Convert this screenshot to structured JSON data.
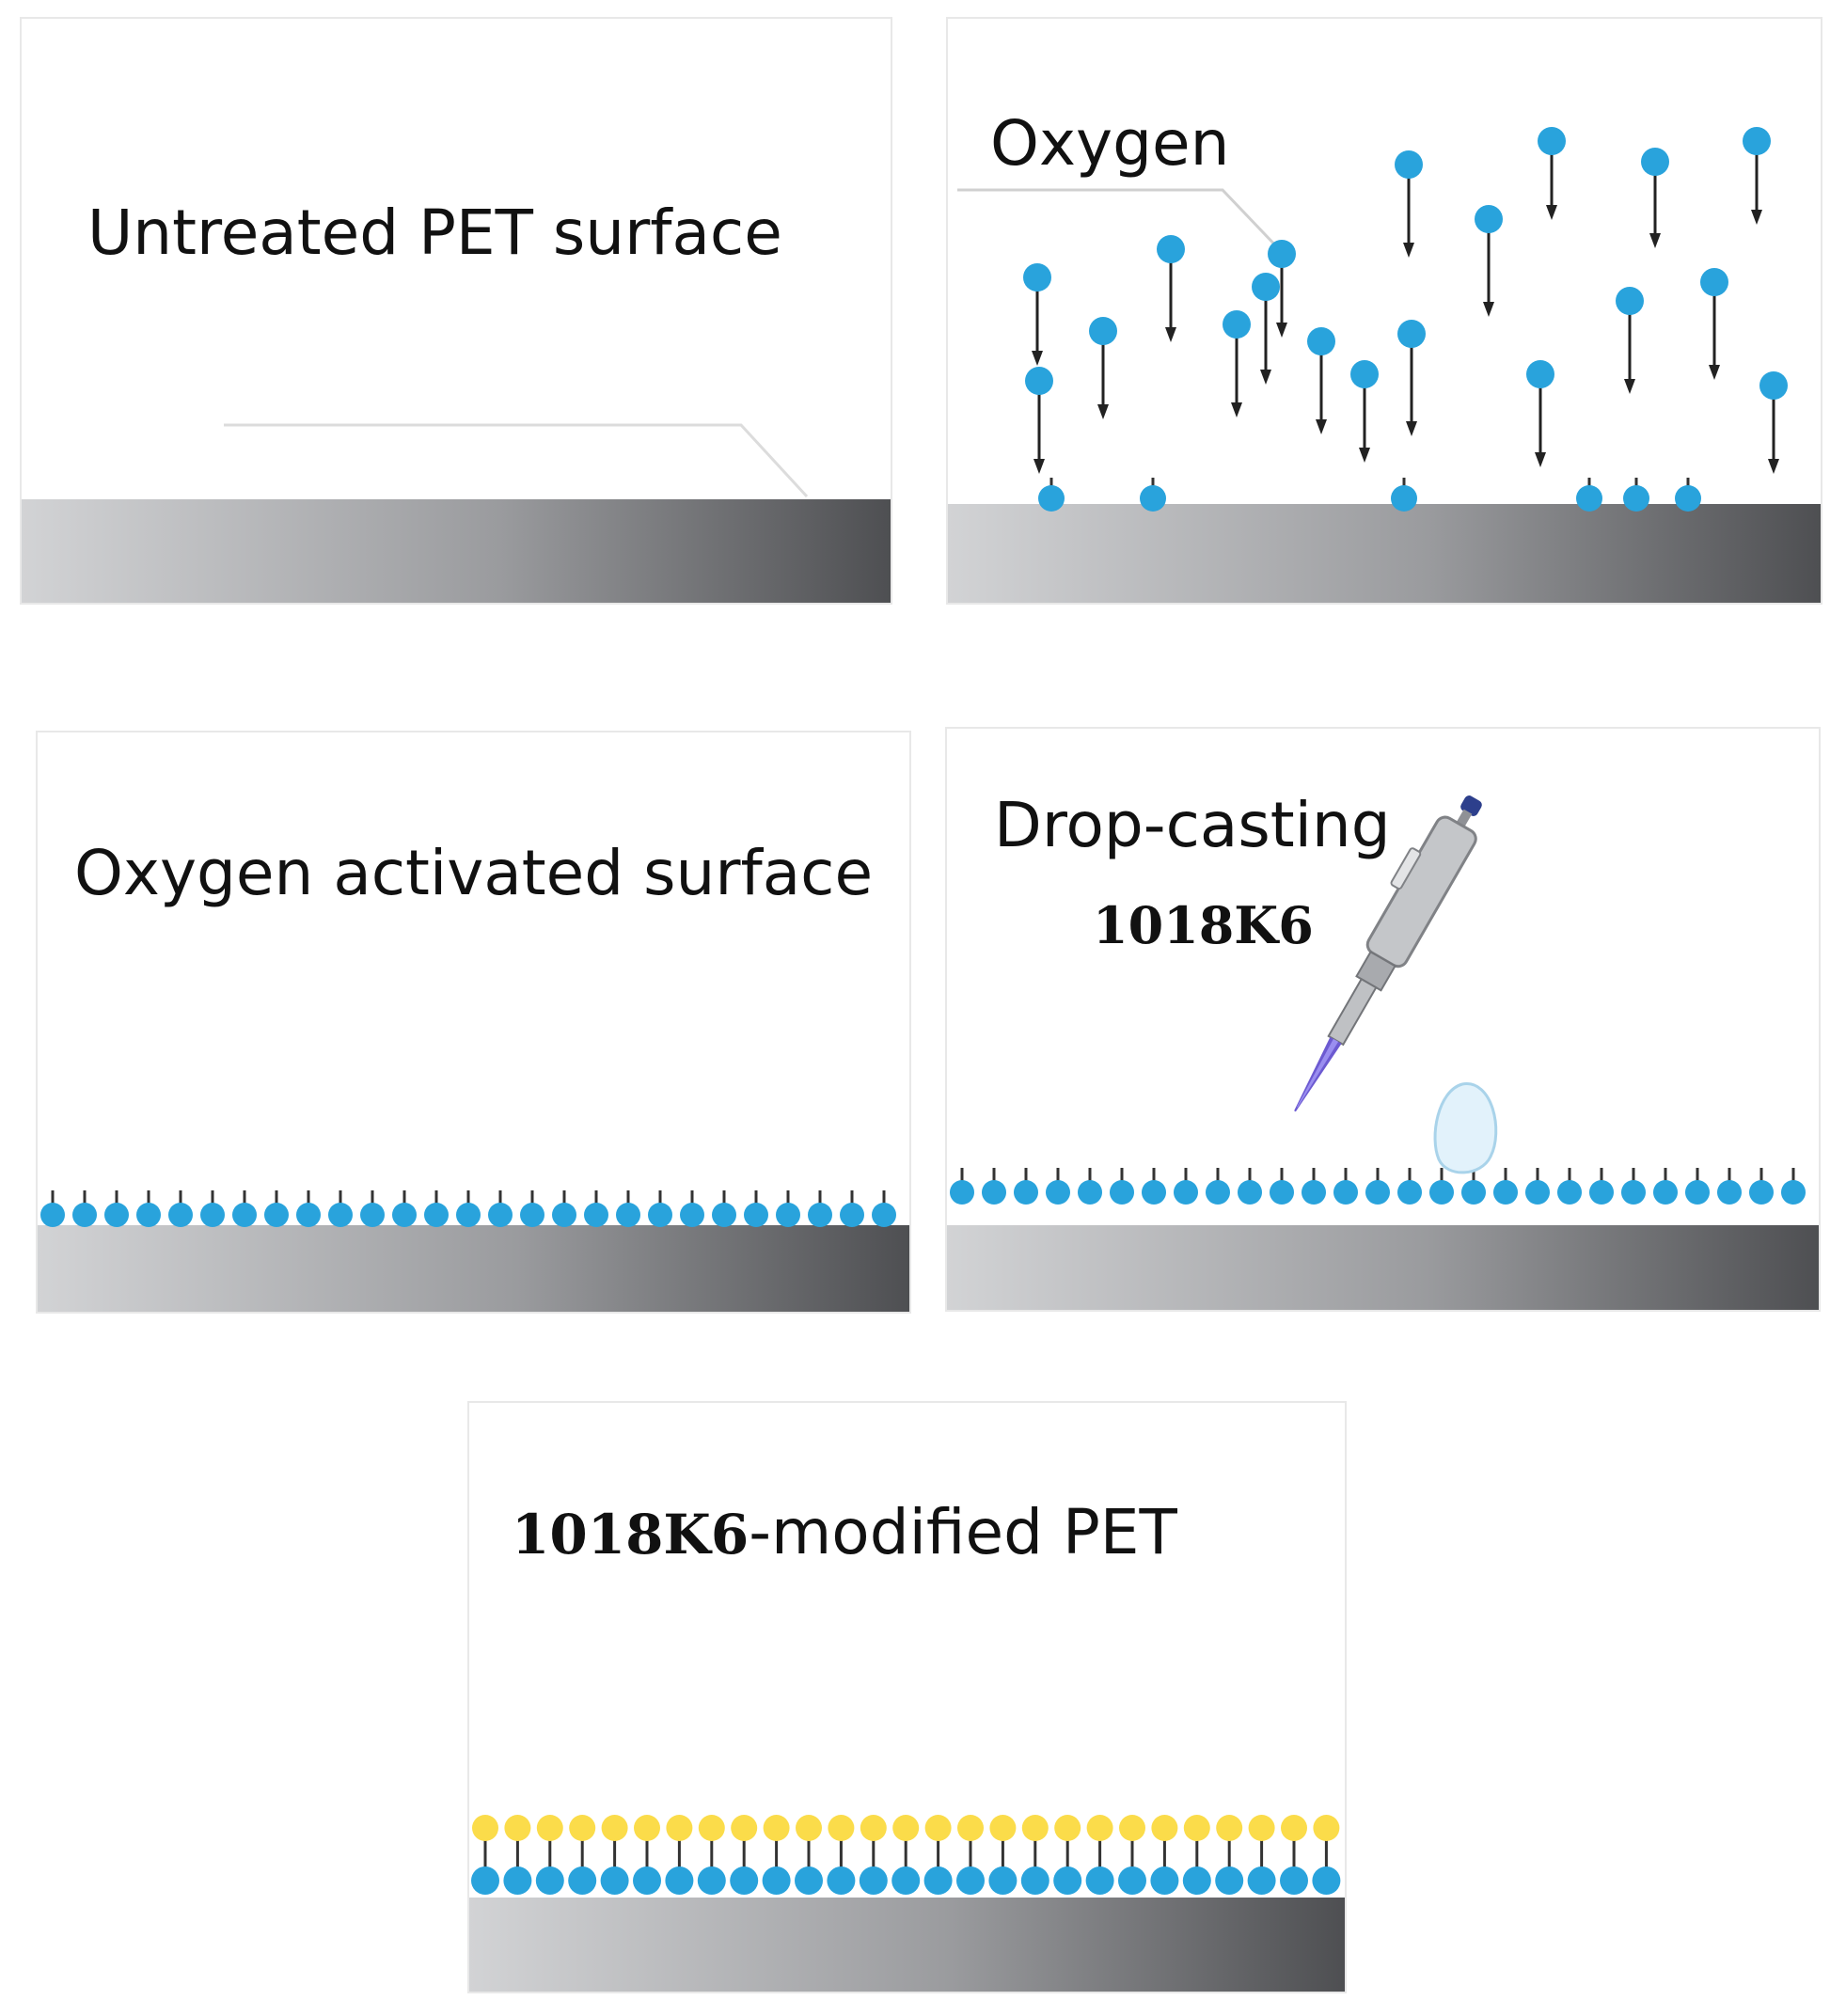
{
  "panels": {
    "untreated": {
      "label": "Untreated PET surface"
    },
    "oxygen": {
      "label": "Oxygen"
    },
    "activated": {
      "label": "Oxygen activated surface"
    },
    "dropcasting": {
      "label_line1": "Drop-casting",
      "label_line2": "1018K6"
    },
    "modified": {
      "label_prefix": "1018K6",
      "label_suffix": "-modified PET"
    }
  },
  "colors": {
    "oxygen_atom": "#29a3dc",
    "peptide": "#fbdc4a",
    "arrow": "#222222",
    "substrate_light": "#d2d3d5",
    "substrate_dark": "#4e4f52"
  }
}
